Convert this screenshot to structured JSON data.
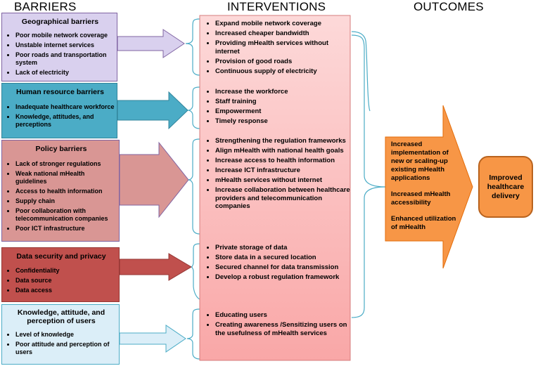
{
  "headers": {
    "barriers": "BARRIERS",
    "interventions": "INTERVENTIONS",
    "outcomes": "OUTCOMES"
  },
  "barriers": [
    {
      "title": "Geographical barriers",
      "color": "#d9d0ee",
      "items": [
        "Poor mobile network coverage",
        "Unstable internet services",
        "Poor roads and transportation system",
        "Lack of electricity"
      ]
    },
    {
      "title": "Human resource barriers",
      "color": "#4bacc6",
      "items": [
        "Inadequate healthcare workforce",
        "Knowledge, attitudes, and perceptions"
      ]
    },
    {
      "title": "Policy barriers",
      "color": "#d99694",
      "items": [
        "Lack of stronger regulations",
        "Weak national mHealth guidelines",
        "Access to health information",
        "Supply chain",
        "Poor collaboration with telecommunication companies",
        "Poor ICT infrastructure"
      ]
    },
    {
      "title": "Data security and privacy",
      "color": "#c0504d",
      "items": [
        "Confidentiality",
        "Data source",
        "Data access"
      ]
    },
    {
      "title": "Knowledge, attitude, and perception of users",
      "color": "#dbeef8",
      "items": [
        "Level of knowledge",
        "Poor attitude and perception of users"
      ]
    }
  ],
  "interventions": [
    {
      "items": [
        "Expand mobile network coverage",
        "Increased cheaper bandwidth",
        "Providing mHealth services without internet",
        "Provision of good roads",
        "Continuous supply of electricity"
      ]
    },
    {
      "items": [
        "Increase the workforce",
        "Staff training",
        "Empowerment",
        "Timely response"
      ]
    },
    {
      "items": [
        "Strengthening the regulation frameworks",
        "Align mHealth with national health goals",
        "Increase access to health information",
        "Increase ICT infrastructure",
        "mHealth services without internet",
        "Increase collaboration between healthcare providers and telecommunication companies"
      ]
    },
    {
      "items": [
        "Private storage of data",
        "Store data in a secured location",
        "Secured channel for data transmission",
        "Develop a robust regulation framework"
      ]
    },
    {
      "items": [
        "Educating users",
        "Creating awareness /Sensitizing users on the usefulness of mHealth services"
      ]
    }
  ],
  "outcomes": {
    "items": [
      "Increased implementation of new or scaling-up existing mHealth applications",
      "Increased mHealth accessibility",
      "Enhanced utilization of mHealth"
    ],
    "final": "Improved healthcare delivery",
    "color": "#f79646"
  },
  "colors": {
    "interventions_fill": "#fbc5c5",
    "bracket": "#4bacc6"
  }
}
